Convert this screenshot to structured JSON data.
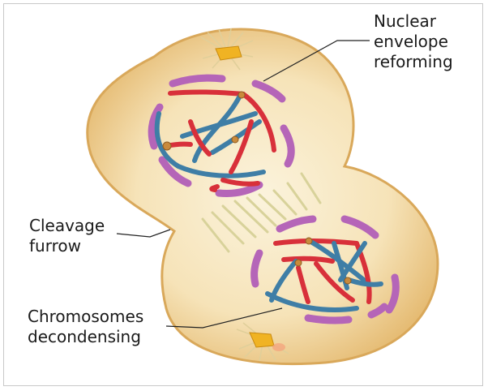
{
  "labels": {
    "nuclear_envelope": "Nuclear\nenvelope\nreforming",
    "cleavage_furrow": "Cleavage\nfurrow",
    "chromosomes_decondensing": "Chromosomes\ndecondensing"
  },
  "colors": {
    "cell_fill": "#f6e3b8",
    "cell_edge": "#d9a85a",
    "envelope": "#b565b8",
    "chromosome_red": "#d8303a",
    "chromosome_blue": "#3f7ea6",
    "centromere": "#c98a3c",
    "centrosome": "#f0b323",
    "spindle": "#d8d29a"
  }
}
